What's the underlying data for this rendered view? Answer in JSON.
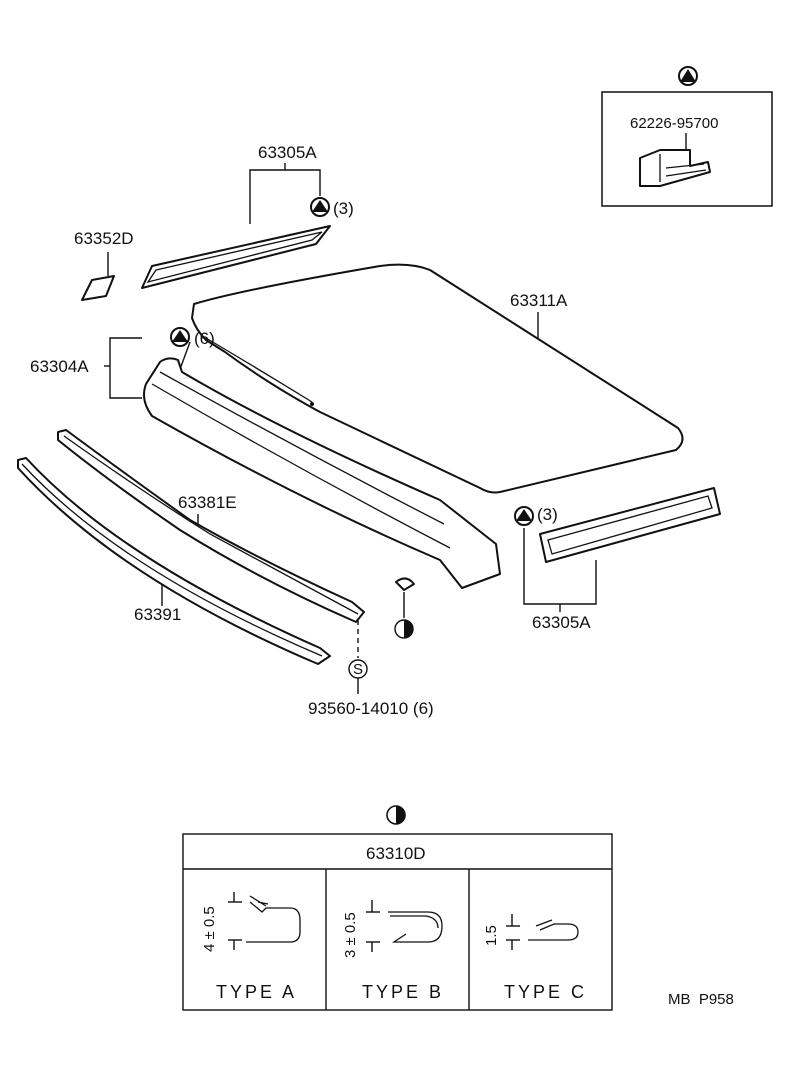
{
  "parts": {
    "clip_inset_number": "62226-95700",
    "p63305a_top": "63305A",
    "p63305a_top_qty": "(3)",
    "p63352d": "63352D",
    "p63311a": "63311A",
    "p63304a": "63304A",
    "p63304a_qty": "(6)",
    "p63381e": "63381E",
    "p63391": "63391",
    "p63305a_right_qty": "(3)",
    "p63305a_right": "63305A",
    "screw": "93560-14010 (6)",
    "screw_symbol": "S"
  },
  "weatherstrip_table": {
    "part_number": "63310D",
    "types": [
      {
        "label": "TYPE A",
        "dimension": "4 ± 0.5"
      },
      {
        "label": "TYPE B",
        "dimension": "3 ± 0.5"
      },
      {
        "label": "TYPE C",
        "dimension": "1.5"
      }
    ]
  },
  "page_code": "MB  P958"
}
